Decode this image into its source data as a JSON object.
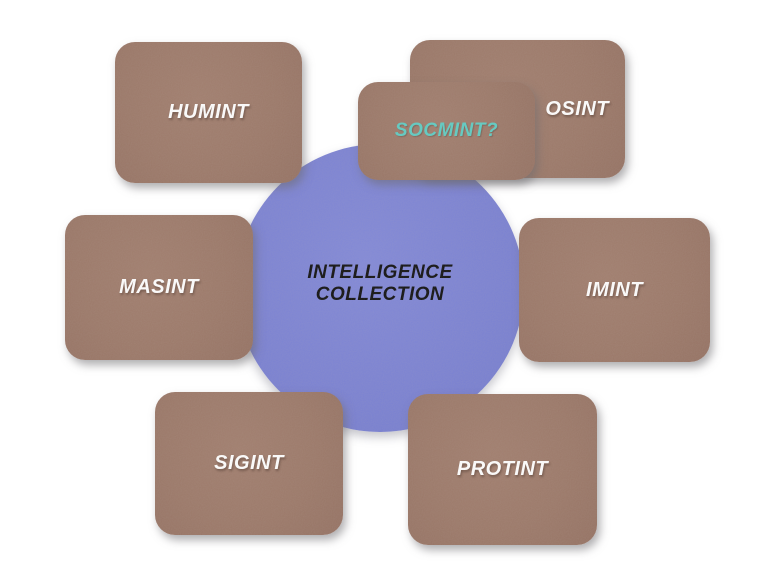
{
  "diagram": {
    "type": "hub-and-spoke",
    "background_color": "#ffffff",
    "center": {
      "label": "INTELLIGENCE COLLECTION",
      "line1": "INTELLIGENCE",
      "line2": "COLLECTION",
      "shape": "circle",
      "fill_color": "#7b82d3",
      "text_color": "#111111"
    },
    "nodes": [
      {
        "id": "humint",
        "label": "HUMINT",
        "shape": "rounded-rectangle",
        "fill_color": "#9c7969",
        "label_color": "#ffffff",
        "position": "top-left"
      },
      {
        "id": "osint",
        "label": "OSINT",
        "shape": "rounded-rectangle",
        "fill_color": "#9c7969",
        "label_color": "#ffffff",
        "position": "top-right"
      },
      {
        "id": "socmint",
        "label": "SOCMINT?",
        "shape": "rounded-rectangle",
        "fill_color": "#9c7969",
        "label_color": "#5fccc3",
        "position": "top-center-overlapping-osint"
      },
      {
        "id": "masint",
        "label": "MASINT",
        "shape": "rounded-rectangle",
        "fill_color": "#9c7969",
        "label_color": "#ffffff",
        "position": "middle-left"
      },
      {
        "id": "imint",
        "label": "IMINT",
        "shape": "rounded-rectangle",
        "fill_color": "#9c7969",
        "label_color": "#ffffff",
        "position": "middle-right"
      },
      {
        "id": "sigint",
        "label": "SIGINT",
        "shape": "rounded-rectangle",
        "fill_color": "#9c7969",
        "label_color": "#ffffff",
        "position": "bottom-left"
      },
      {
        "id": "protint",
        "label": "PROTINT",
        "shape": "rounded-rectangle",
        "fill_color": "#9c7969",
        "label_color": "#ffffff",
        "position": "bottom-right"
      }
    ]
  }
}
